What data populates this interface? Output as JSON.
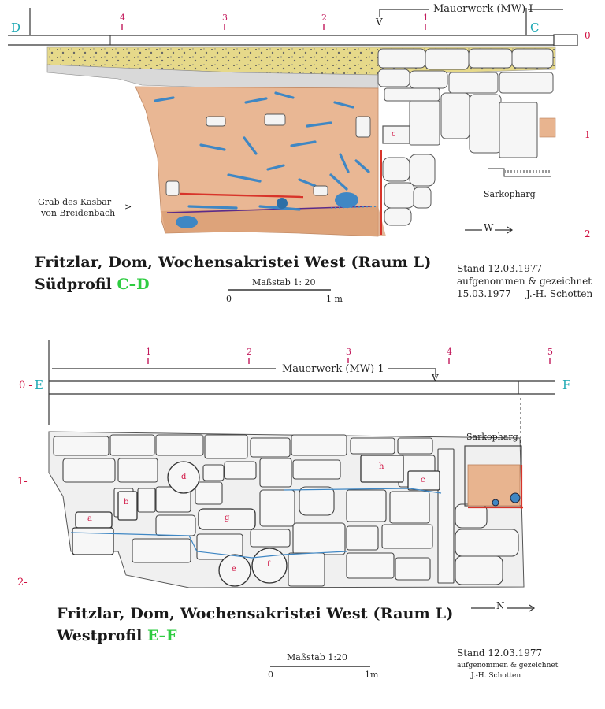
{
  "top": {
    "corner_left": "D",
    "corner_right": "C",
    "meters": [
      "4",
      "3",
      "2",
      "1"
    ],
    "masonry_label": "Mauerwerk (MW) I",
    "v_mark": "V",
    "depth": [
      "0",
      "1",
      "2"
    ],
    "grave_label_1": "Grab des Kasbar",
    "grave_label_2": "von Breidenbach",
    "grave_arrow": ">",
    "sarcophagus": "Sarkopharg",
    "direction": "W",
    "label_c": "c",
    "title": "Fritzlar, Dom, Wochensakristei West (Raum L)",
    "profile": "Südprofil",
    "profile_code": "C–D",
    "scale_label": "Maßstab 1: 20",
    "scale_start": "0",
    "scale_end": "1 m",
    "stand_1": "Stand 12.03.1977",
    "stand_2": "aufgenommen & gezeichnet",
    "stand_3": "15.03.1977",
    "stand_author": "J.-H. Schotten"
  },
  "bottom": {
    "corner_left": "E",
    "corner_right": "F",
    "meters": [
      "1",
      "2",
      "3",
      "4",
      "5"
    ],
    "masonry_label": "Mauerwerk (MW) 1",
    "v_mark": "V",
    "depth": [
      "0 -",
      "1-",
      "2-"
    ],
    "sarcophagus": "Sarkopharg",
    "direction": "N",
    "stone_labels": [
      "a",
      "b",
      "d",
      "g",
      "h",
      "c",
      "e",
      "f"
    ],
    "title": "Fritzlar, Dom, Wochensakristei West (Raum L)",
    "profile": "Westprofil",
    "profile_code": "E–F",
    "scale_label": "Maßstab 1:20",
    "scale_start": "0",
    "scale_end": "1m",
    "stand_1": "Stand 12.03.1977",
    "stand_2": "aufgenommen & gezeichnet",
    "stand_3": "J.-H. Schotten"
  },
  "colors": {
    "soil": "#e8b48f",
    "topsoil": "#e6d98a",
    "bone": "#3f87c4",
    "red_line": "#d8342a",
    "stone_line": "#444444"
  }
}
